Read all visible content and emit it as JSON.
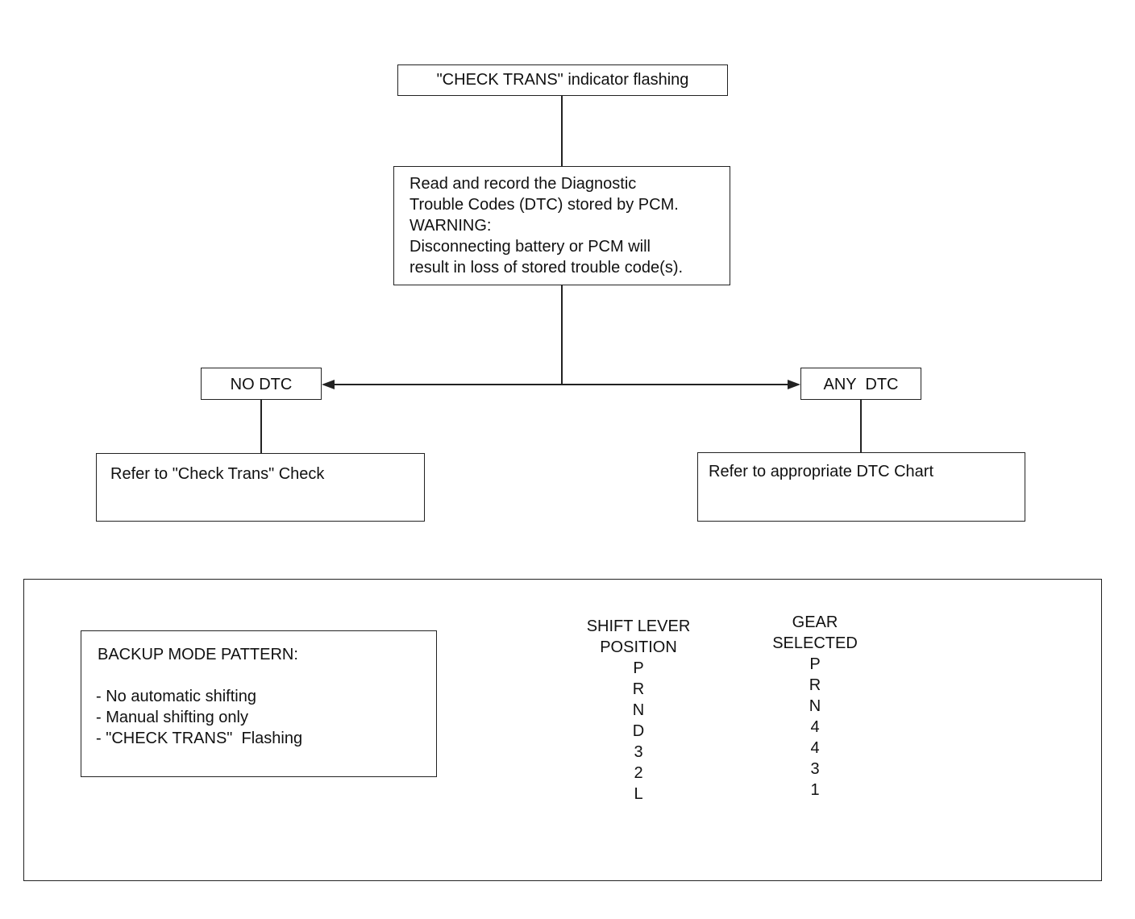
{
  "flowchart": {
    "start": "\"CHECK TRANS\" indicator flashing",
    "step": {
      "lines": [
        "Read and record the Diagnostic",
        "Trouble Codes (DTC) stored by PCM.",
        "WARNING:",
        "Disconnecting battery or PCM will",
        "result in loss of stored trouble code(s)."
      ]
    },
    "branch_left": {
      "label": "NO DTC",
      "action": "Refer to \"Check Trans\" Check"
    },
    "branch_right": {
      "label": "ANY  DTC",
      "action": "Refer to appropriate DTC Chart"
    }
  },
  "backup": {
    "title": "BACKUP MODE PATTERN:",
    "items": [
      "- No automatic shifting",
      "- Manual shifting only",
      "- \"CHECK TRANS\"  Flashing"
    ]
  },
  "gear_table": {
    "col1_header": [
      "SHIFT LEVER",
      "POSITION"
    ],
    "col2_header": [
      "GEAR",
      "SELECTED"
    ],
    "positions": [
      "P",
      "R",
      "N",
      "D",
      "3",
      "2",
      "L"
    ],
    "gears": [
      "P",
      "R",
      "N",
      "4",
      "4",
      "3",
      "1"
    ]
  }
}
